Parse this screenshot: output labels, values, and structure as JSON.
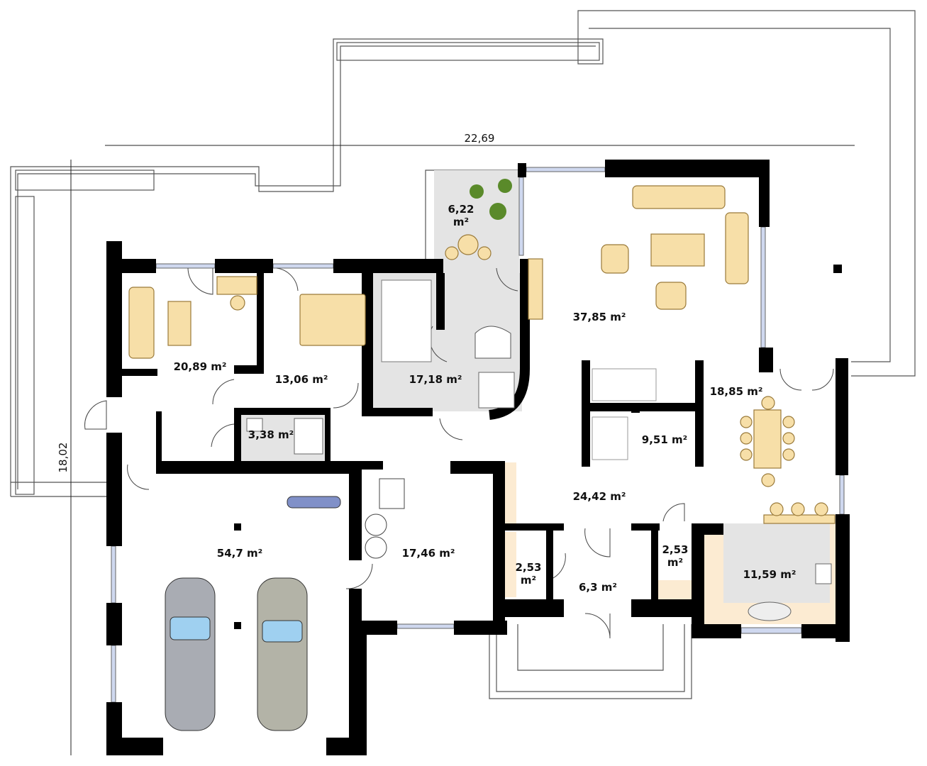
{
  "dimensions": {
    "width": "22,69",
    "depth": "18,02"
  },
  "rooms": {
    "conservatory": "6,22",
    "living": "37,85 m²",
    "room1": "20,89 m²",
    "bedroom": "13,06 m²",
    "bath": "17,18 m²",
    "dining": "18,85 m²",
    "wc": "3,38 m²",
    "stairs": "9,51 m²",
    "hall": "24,42 m²",
    "garage": "54,7 m²",
    "utility": "17,46 m²",
    "closet1": "2,53",
    "closet2": "2,53",
    "vestibule": "6,3 m²",
    "kitchen": "11,59 m²",
    "unit": "m²"
  },
  "colors": {
    "wall": "#000000",
    "furniture": "#f7dfa8",
    "floor_tile": "#e4e4e4",
    "kitchen_floor": "#fcebd2",
    "window": "#cfd8ef"
  }
}
